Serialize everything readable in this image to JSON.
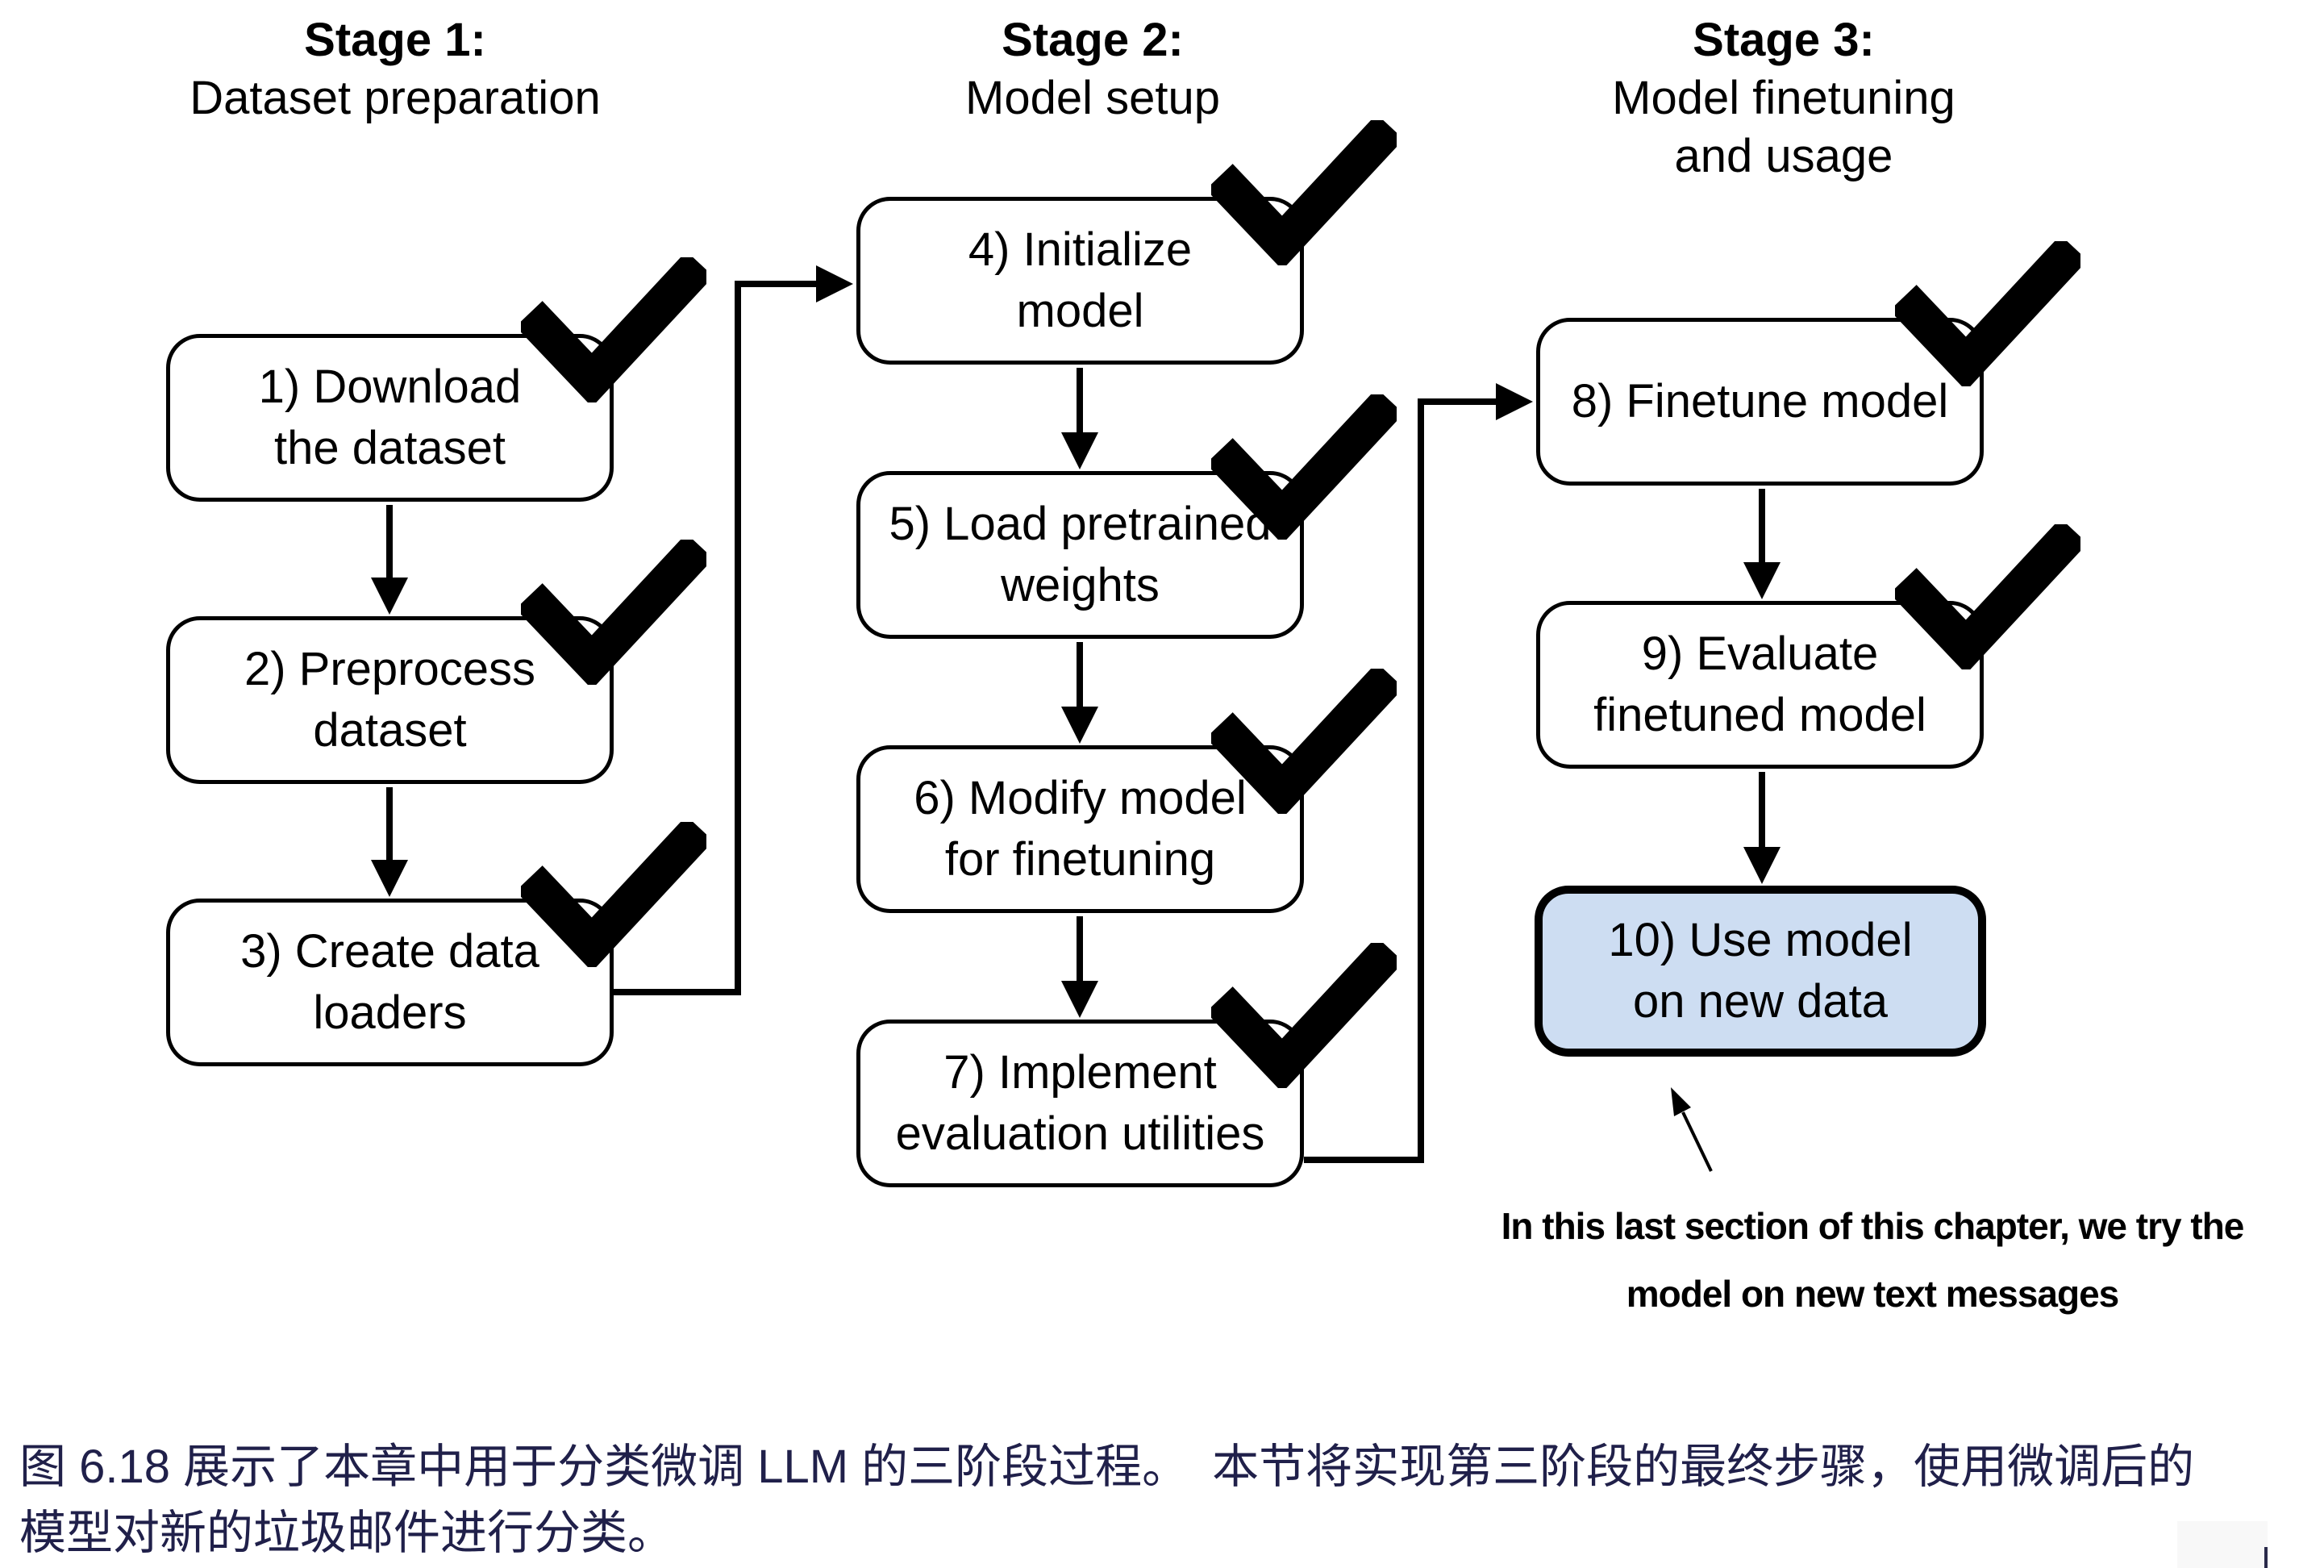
{
  "figure": {
    "stages": [
      {
        "title": "Stage 1:",
        "subtitle": "Dataset preparation",
        "steps": [
          {
            "lines": [
              "1) Download",
              "the dataset"
            ],
            "checked": true,
            "highlighted": false
          },
          {
            "lines": [
              "2) Preprocess",
              "dataset"
            ],
            "checked": true,
            "highlighted": false
          },
          {
            "lines": [
              "3) Create data",
              "loaders"
            ],
            "checked": true,
            "highlighted": false
          }
        ]
      },
      {
        "title": "Stage 2:",
        "subtitle": "Model setup",
        "steps": [
          {
            "lines": [
              "4) Initialize",
              "model"
            ],
            "checked": true,
            "highlighted": false
          },
          {
            "lines": [
              "5) Load pretrained",
              "weights"
            ],
            "checked": true,
            "highlighted": false
          },
          {
            "lines": [
              "6) Modify model",
              "for finetuning"
            ],
            "checked": true,
            "highlighted": false
          },
          {
            "lines": [
              "7) Implement",
              "evaluation utilities"
            ],
            "checked": true,
            "highlighted": false
          }
        ]
      },
      {
        "title": "Stage 3:",
        "subtitle": "Model finetuning",
        "subtitle2": "and usage",
        "steps": [
          {
            "lines": [
              "8) Finetune model"
            ],
            "checked": true,
            "highlighted": false
          },
          {
            "lines": [
              "9) Evaluate",
              "finetuned model"
            ],
            "checked": true,
            "highlighted": false
          },
          {
            "lines": [
              "10) Use model",
              "on new data"
            ],
            "checked": false,
            "highlighted": true
          }
        ]
      }
    ],
    "annotation": {
      "line1": "In this last section of this chapter, we try the",
      "line2": "model on new text messages"
    }
  },
  "caption": {
    "line1": "图 6.18 展示了本章中用于分类微调 LLM 的三阶段过程。　本节将实现第三阶段的最终步骤，使用微调后的",
    "line2": "模型对新的垃圾邮件进行分类。"
  },
  "colors": {
    "highlight_fill": "#cdddf2",
    "caption_text": "#20204a",
    "line_color": "#000000",
    "background": "#ffffff"
  },
  "icons": {
    "checkmark": "✓"
  }
}
